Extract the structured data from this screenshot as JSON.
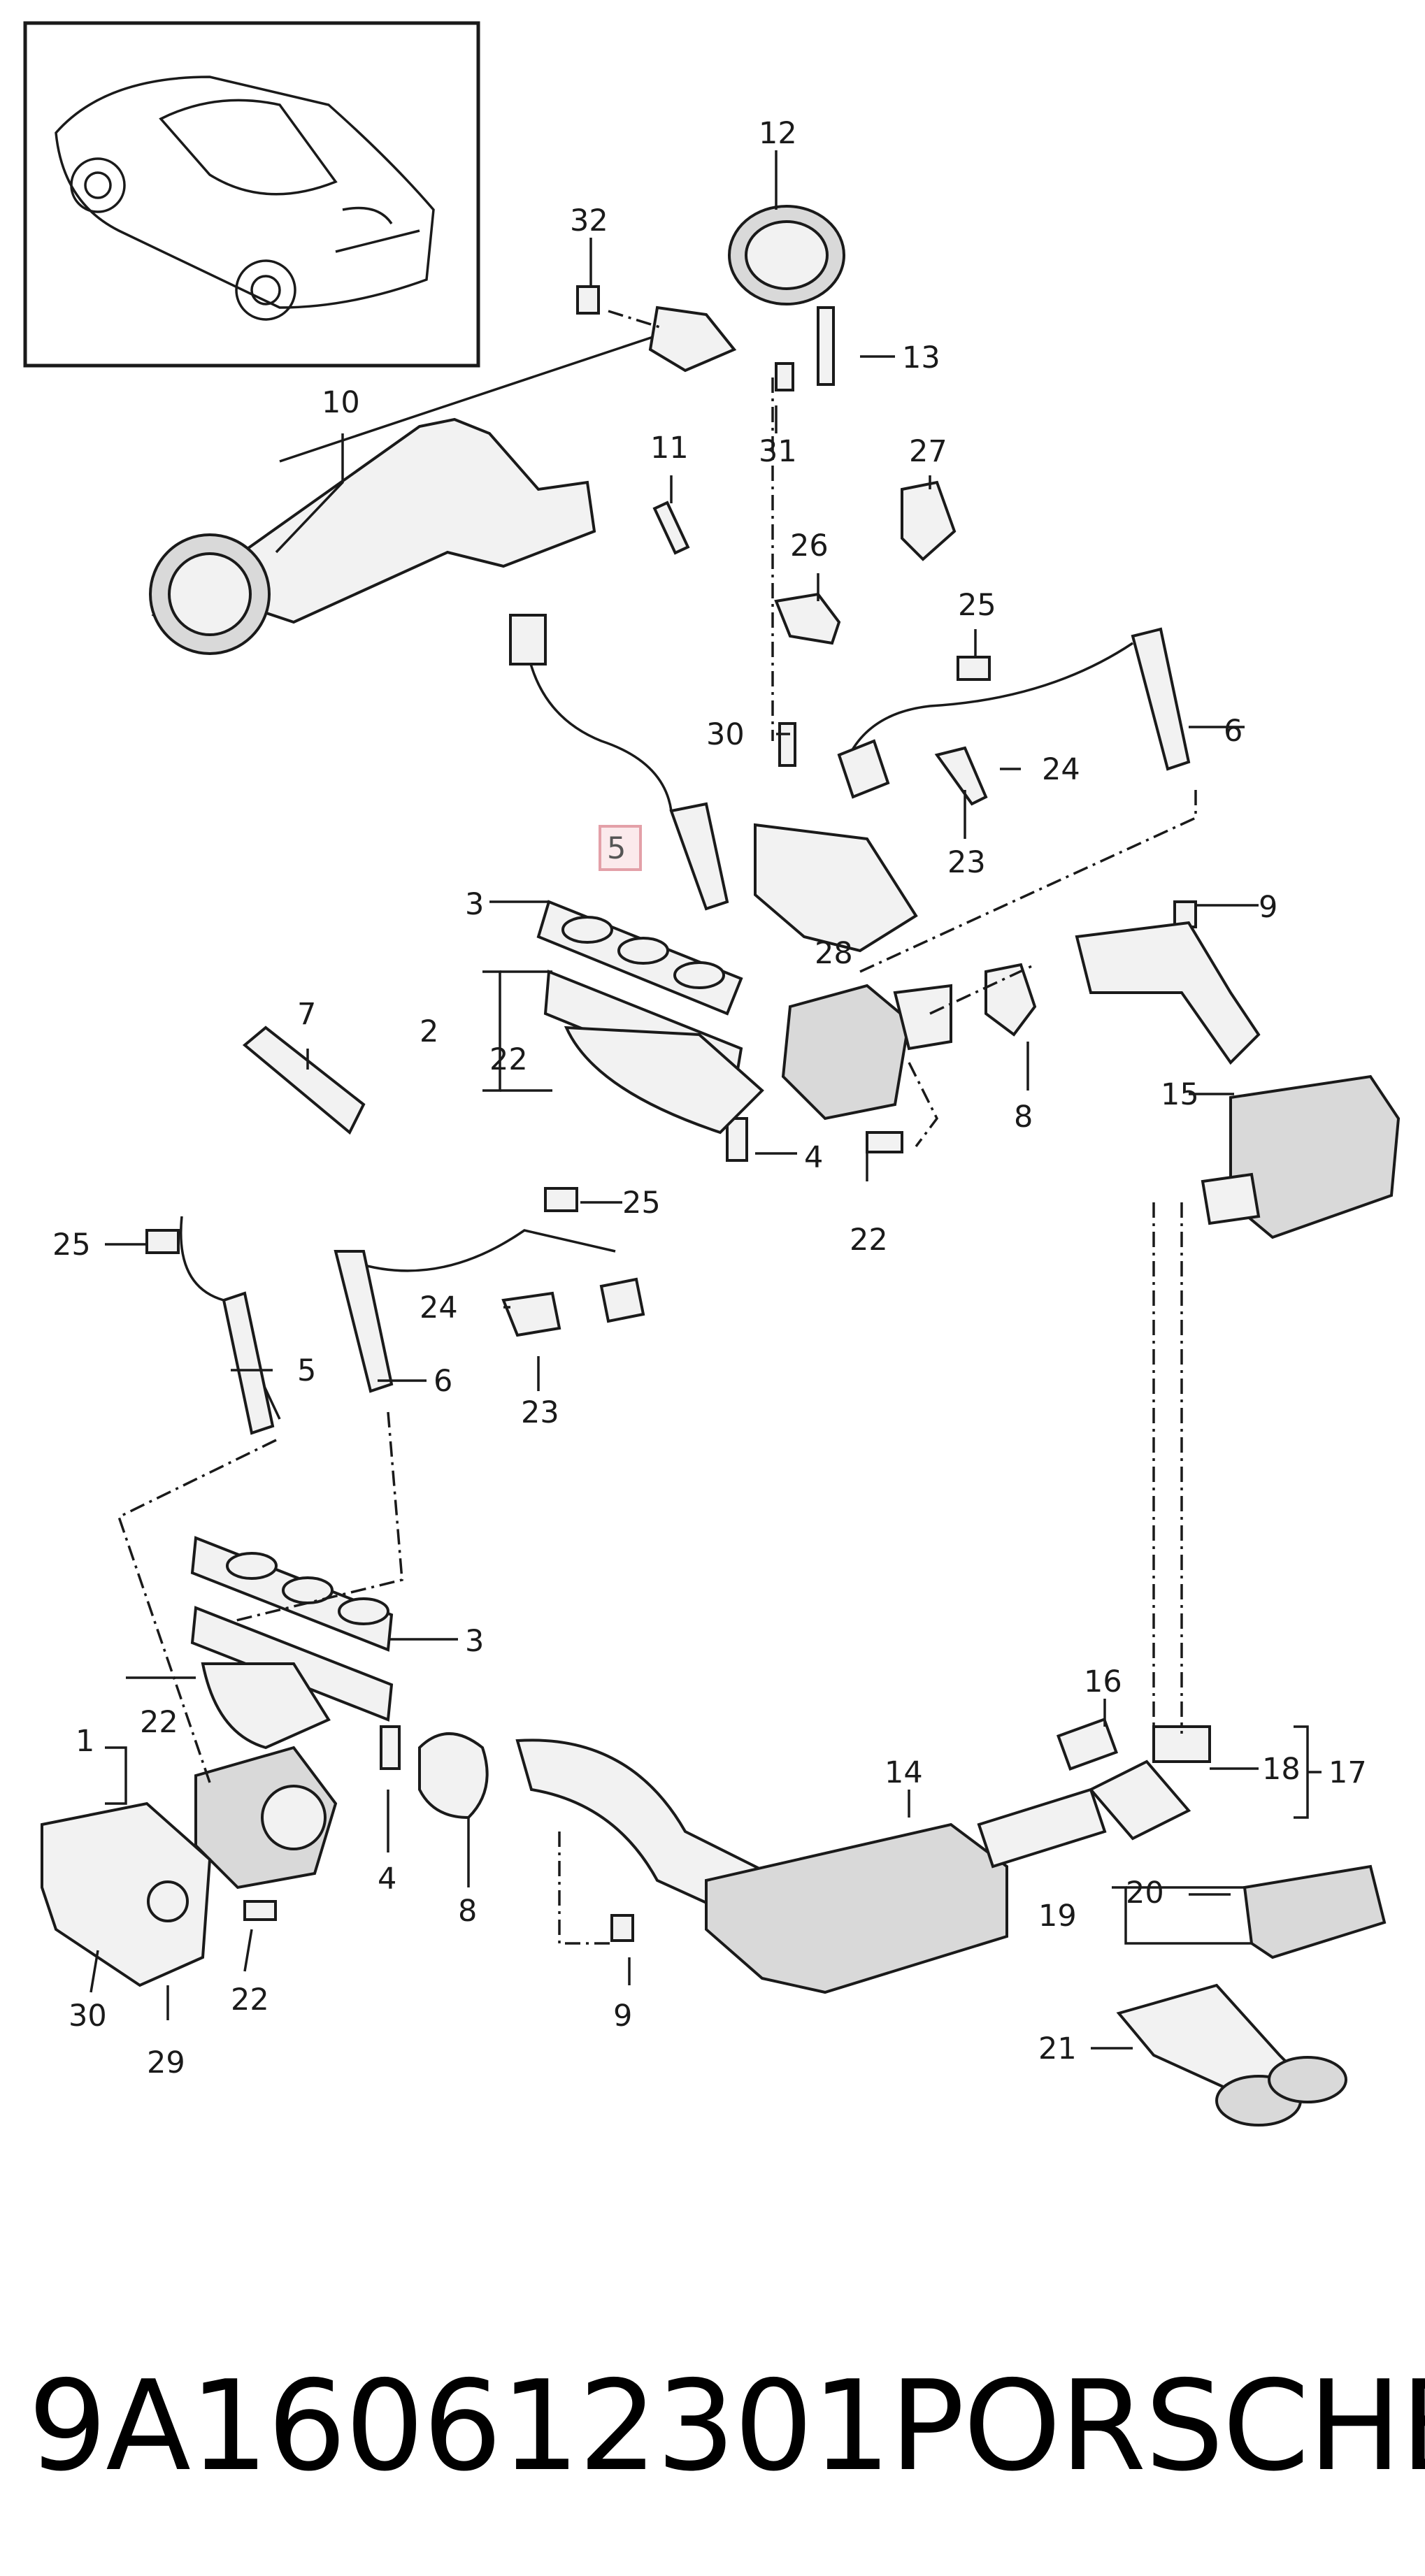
{
  "footer": {
    "part_number": "9A160612301",
    "brand": "PORSCHE"
  },
  "highlighted_callout": "5",
  "callouts": {
    "c1": "1",
    "c2": "2",
    "c3a": "3",
    "c3b": "3",
    "c4a": "4",
    "c4b": "4",
    "c5b": "5",
    "c6a": "6",
    "c6b": "6",
    "c7": "7",
    "c8a": "8",
    "c8b": "8",
    "c9a": "9",
    "c9b": "9",
    "c10": "10",
    "c11": "11",
    "c12": "12",
    "c13": "13",
    "c14": "14",
    "c15": "15",
    "c16": "16",
    "c17": "17",
    "c18": "18",
    "c19": "19",
    "c20": "20",
    "c21": "21",
    "c22a": "22",
    "c22b": "22",
    "c22c": "22",
    "c22d": "22",
    "c23a": "23",
    "c23b": "23",
    "c24a": "24",
    "c24b": "24",
    "c25a": "25",
    "c25b": "25",
    "c25c": "25",
    "c26": "26",
    "c27": "27",
    "c28": "28",
    "c29": "29",
    "c30a": "30",
    "c30b": "30",
    "c31": "31",
    "c32": "32"
  },
  "colors": {
    "highlight_border": "#e3a0a8",
    "highlight_fill": "#fbeaec",
    "line": "#1a1a1a"
  }
}
